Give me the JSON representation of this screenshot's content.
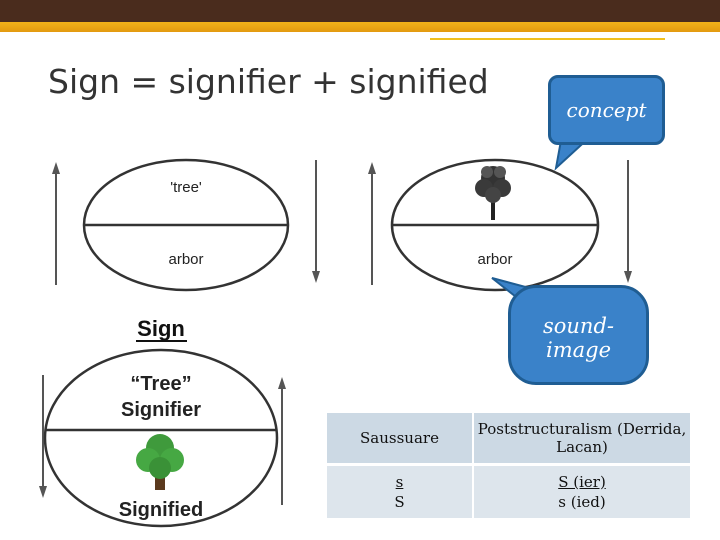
{
  "title": "Sign = signifier + signified",
  "callouts": {
    "concept": "concept",
    "sound_image_line1": "sound-",
    "sound_image_line2": "image"
  },
  "diagram_left": {
    "top_label": "'tree'",
    "bottom_label": "arbor"
  },
  "diagram_right": {
    "bottom_label": "arbor",
    "top_icon": "tree-drawing"
  },
  "diagram_sign": {
    "heading": "Sign",
    "signifier_line1": "“Tree”",
    "signifier_line2": "Signifier",
    "signified": "Signified",
    "icon": "tree-icon"
  },
  "table": {
    "headers": [
      "Saussuare",
      "Poststructuralism (Derrida, Lacan)"
    ],
    "row": {
      "col1_line1": "s",
      "col1_line2": "S",
      "col2_line1": "S (ier)",
      "col2_line2": "s (ied)"
    }
  },
  "colors": {
    "header_bar": "#4a2c1d",
    "accent": "#f2b21a",
    "callout": "#3a82c9",
    "table_head": "#ccd9e4"
  }
}
